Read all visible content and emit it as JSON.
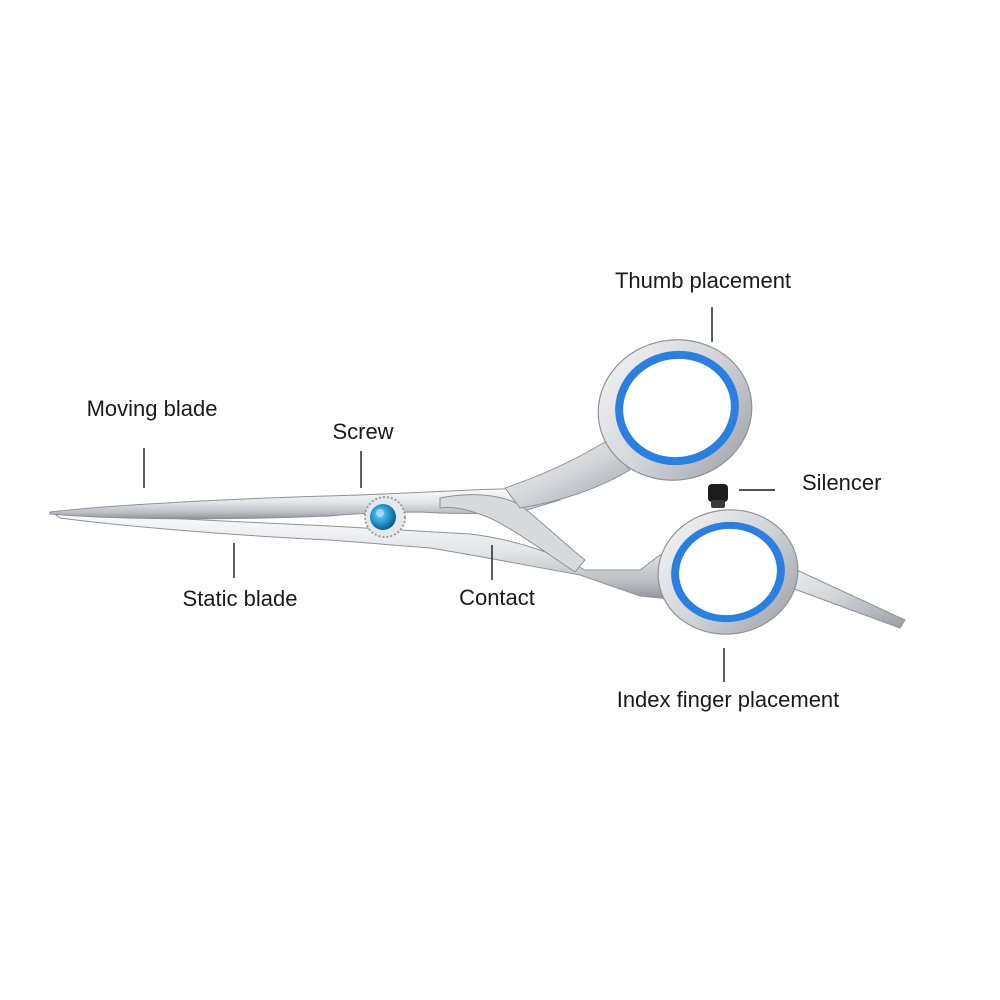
{
  "diagram": {
    "subject": "scissors",
    "colors": {
      "background": "#ffffff",
      "steel_light": "#f4f5f7",
      "steel_mid": "#c9ccd1",
      "steel_dark": "#8e9298",
      "ring_insert": "#2a7fe0",
      "screw": "#2aa0d8",
      "silencer": "#1c1c1c",
      "text": "#1a1a1a"
    },
    "labels": {
      "thumb": "Thumb placement",
      "moving_blade": "Moving blade",
      "screw": "Screw",
      "silencer": "Silencer",
      "static_blade": "Static blade",
      "contact": "Contact",
      "index_finger": "Index finger placement"
    }
  }
}
